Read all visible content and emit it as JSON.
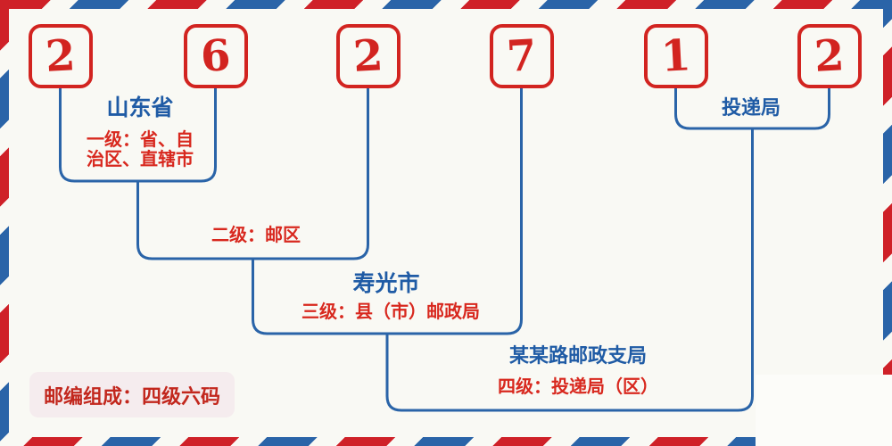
{
  "diagram": {
    "postal_code_digits": [
      "2",
      "6",
      "2",
      "7",
      "1",
      "2"
    ],
    "level1": {
      "place": "山东省",
      "desc_line1": "一级：省、自",
      "desc_line2": "治区、直辖市"
    },
    "level2": {
      "desc": "二级：邮区"
    },
    "level3": {
      "place": "寿光市",
      "desc": "三级：县（市）邮政局"
    },
    "level4": {
      "place": "某某路邮政支局",
      "desc": "四级：投递局（区）"
    },
    "delivery": {
      "place": "投递局"
    },
    "badge_text": "邮编组成：四级六码"
  },
  "colors": {
    "stripe_red": "#cf2128",
    "stripe_blue": "#2a64a8",
    "digit_red": "#d22420",
    "connector_blue": "#2a64a8",
    "place_text_blue": "#1f5ba5",
    "level_text_red": "#d8281e",
    "badge_text_red": "#c2271d",
    "badge_background": "#f5ecee",
    "background": "#f9f9f4"
  }
}
